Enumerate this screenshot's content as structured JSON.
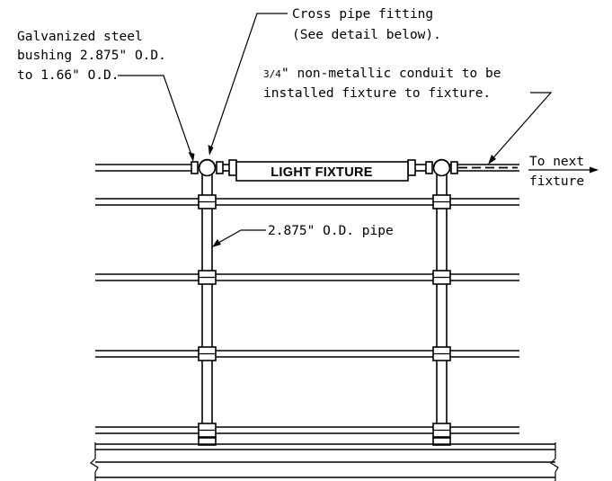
{
  "notes": {
    "bushing": [
      "Galvanized steel",
      "bushing 2.875\" O.D.",
      "to 1.66\" O.D."
    ],
    "cross_fitting": [
      "Cross pipe fitting",
      "(See detail below)."
    ],
    "conduit_fraction": "3/4",
    "conduit": [
      "\" non-metallic conduit to be",
      "installed fixture to fixture."
    ],
    "next_fixture": [
      "To next",
      "fixture"
    ],
    "pipe": "2.875\" O.D. pipe"
  },
  "fixture_label": "LIGHT FIXTURE",
  "colors": {
    "line": "#000000",
    "background": "#ffffff"
  }
}
